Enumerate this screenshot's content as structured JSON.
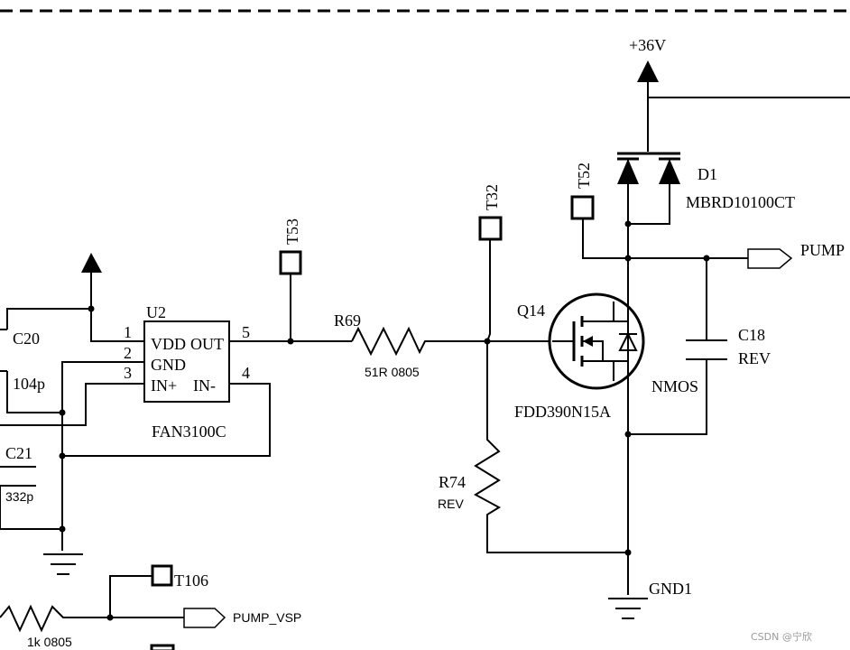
{
  "supply": {
    "label": "+36V"
  },
  "components": {
    "u2": {
      "ref": "U2",
      "part": "FAN3100C",
      "pins": [
        "1",
        "2",
        "3",
        "4",
        "5"
      ],
      "pin_labels": {
        "vdd": "VDD",
        "out": "OUT",
        "gnd": "GND",
        "inp": "IN+",
        "inn": "IN-"
      }
    },
    "c20": {
      "ref": "C20",
      "value": "104p"
    },
    "c21": {
      "ref": "C21",
      "value": "332p"
    },
    "r69": {
      "ref": "R69",
      "value": "51R 0805"
    },
    "r74": {
      "ref": "R74",
      "value": "REV"
    },
    "q14": {
      "ref": "Q14",
      "part": "FDD390N15A",
      "type": "NMOS"
    },
    "d1": {
      "ref": "D1",
      "part": "MBRD10100CT"
    },
    "c18": {
      "ref": "C18",
      "value": "REV"
    },
    "rbottom": {
      "value": "1k 0805"
    }
  },
  "testpoints": {
    "t53": "T53",
    "t32": "T32",
    "t52": "T52",
    "t106": "T106"
  },
  "nets": {
    "pump": "PUMP",
    "pump_vsp": "PUMP_VSP",
    "gnd1": "GND1"
  },
  "watermark": "CSDN @宁欣"
}
